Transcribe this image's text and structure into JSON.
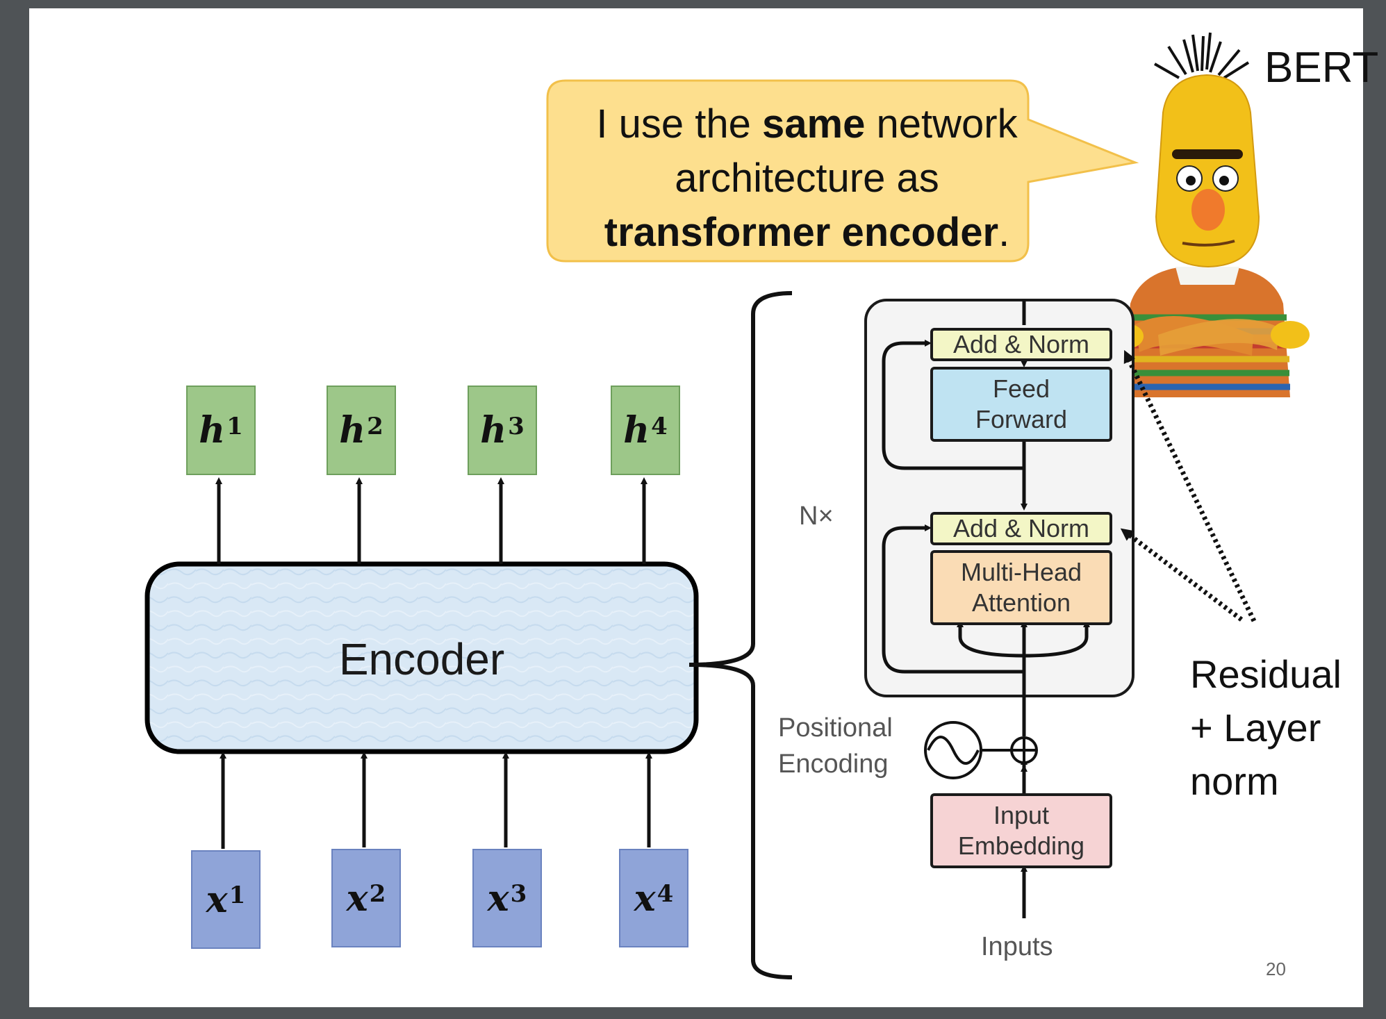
{
  "speech_bubble": {
    "line1_pre": "I use the ",
    "line1_bold": "same",
    "line1_post": " network",
    "line2": "architecture as",
    "line3_bold": "transformer encoder",
    "line3_post": "."
  },
  "bert_label": "BERT",
  "encoder_label": "Encoder",
  "outputs": [
    {
      "base": "h",
      "sup": "1"
    },
    {
      "base": "h",
      "sup": "2"
    },
    {
      "base": "h",
      "sup": "3"
    },
    {
      "base": "h",
      "sup": "4"
    }
  ],
  "inputs": [
    {
      "base": "x",
      "sup": "1"
    },
    {
      "base": "x",
      "sup": "2"
    },
    {
      "base": "x",
      "sup": "3"
    },
    {
      "base": "x",
      "sup": "4"
    }
  ],
  "transformer": {
    "add_norm_top": "Add & Norm",
    "feed_forward_line1": "Feed",
    "feed_forward_line2": "Forward",
    "add_norm_bottom": "Add & Norm",
    "mha_line1": "Multi-Head",
    "mha_line2": "Attention",
    "nx": "N×",
    "pos_enc_line1": "Positional",
    "pos_enc_line2": "Encoding",
    "emb_line1": "Input",
    "emb_line2": "Embedding",
    "inputs_label": "Inputs"
  },
  "residual_label": {
    "line1": "Residual",
    "line2": "+ Layer",
    "line3": "norm"
  },
  "page_number": "20",
  "colors": {
    "bubble_fill": "#fddf8e",
    "output_box": "#9dc789",
    "input_box": "#8fa4d8",
    "encoder_fill": "#d6e6f3"
  }
}
